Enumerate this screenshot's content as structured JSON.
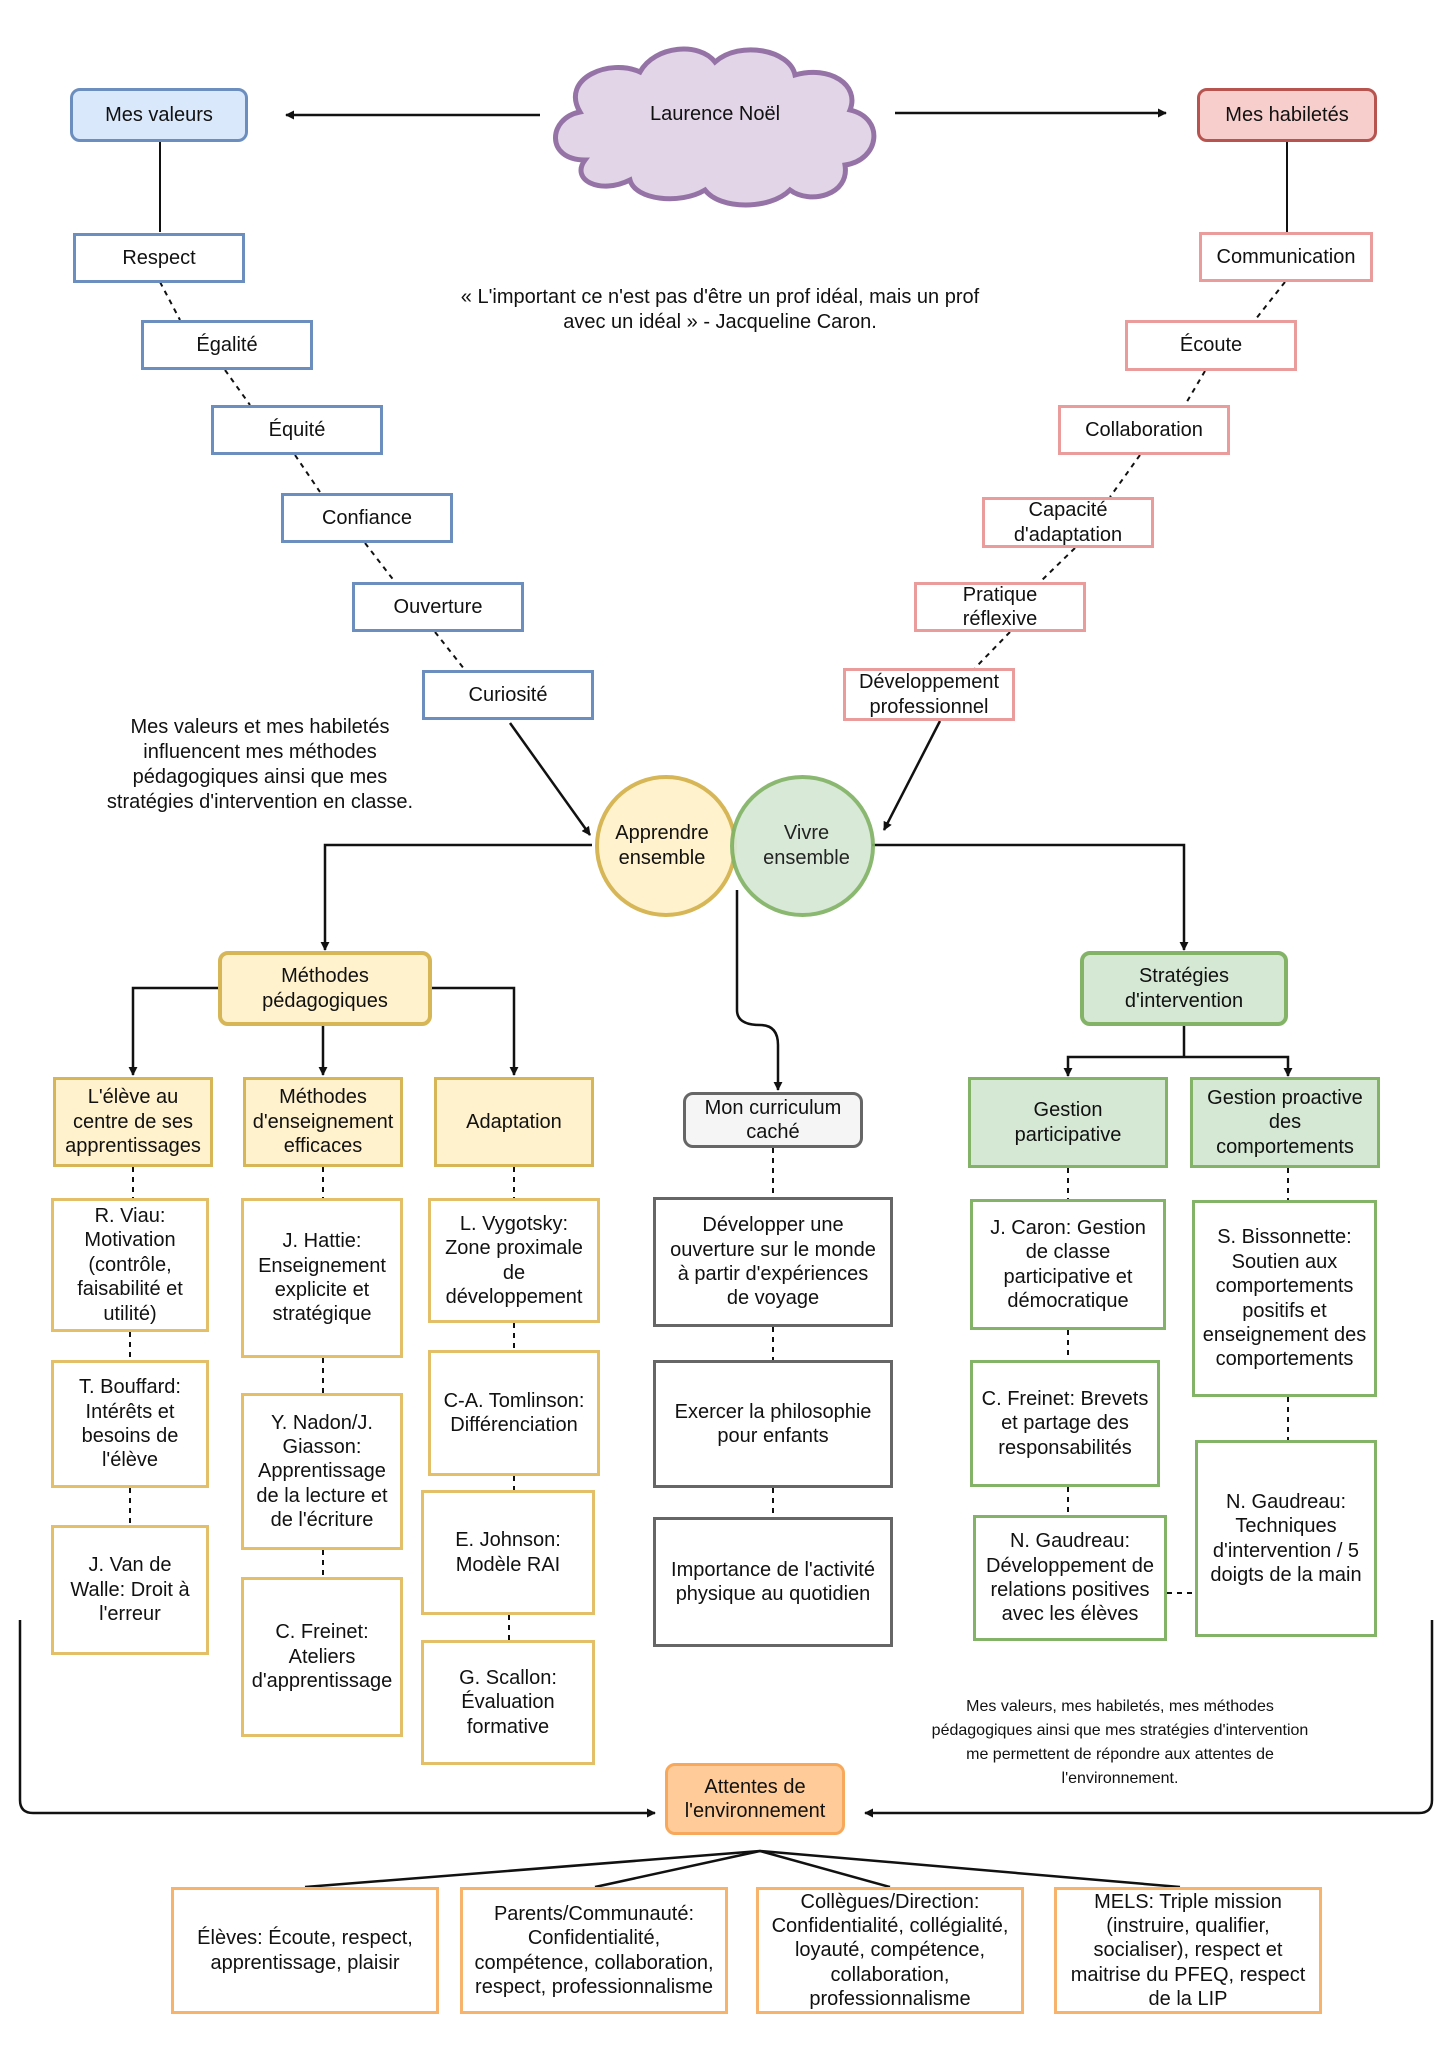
{
  "center": {
    "name": "Laurence Noël"
  },
  "quote": "« L'important ce n'est pas d'être un prof idéal, mais un prof\navec un idéal » - Jacqueline Caron.",
  "values": {
    "title": "Mes valeurs",
    "items": [
      "Respect",
      "Égalité",
      "Équité",
      "Confiance",
      "Ouverture",
      "Curiosité"
    ]
  },
  "skills": {
    "title": "Mes habiletés",
    "items": [
      "Communication",
      "Écoute",
      "Collaboration",
      "Capacité\nd'adaptation",
      "Pratique\nréflexive",
      "Développement\nprofessionnel"
    ]
  },
  "influence_note": "Mes valeurs et mes habiletés\ninfluencent mes méthodes\npédagogiques ainsi que mes\nstratégies d'intervention en classe.",
  "circles": {
    "learn": "Apprendre\nensemble",
    "live": "Vivre\nensemble"
  },
  "methods": {
    "title": "Méthodes\npédagogiques",
    "columns": [
      {
        "title": "L'élève au\ncentre de ses\napprentissages",
        "items": [
          "R. Viau:\nMotivation\n(contrôle,\nfaisabilité et\nutilité)",
          "T. Bouffard:\nIntérêts et\nbesoins de\nl'élève",
          "J. Van de\nWalle:  Droit à\nl'erreur"
        ]
      },
      {
        "title": "Méthodes\nd'enseignement\nefficaces",
        "items": [
          "J. Hattie:\nEnseignement\nexplicite et\nstratégique",
          "Y. Nadon/J.\nGiasson:\nApprentissage\nde la lecture et\nde l'écriture",
          "C. Freinet:\nAteliers\nd'apprentissage"
        ]
      },
      {
        "title": "Adaptation",
        "items": [
          "L. Vygotsky:\nZone proximale\nde\ndéveloppement",
          "C-A. Tomlinson:\nDifférenciation",
          "E. Johnson:\nModèle RAI",
          "G. Scallon:\nÉvaluation\nformative"
        ]
      }
    ]
  },
  "curriculum": {
    "title": "Mon curriculum\ncaché",
    "items": [
      "Développer une\nouverture sur le monde\nà partir d'expériences\nde voyage",
      "Exercer la philosophie\npour enfants",
      "Importance de l'activité\nphysique au quotidien"
    ]
  },
  "strategies": {
    "title": "Stratégies\nd'intervention",
    "columns": [
      {
        "title": "Gestion\nparticipative",
        "items": [
          "J. Caron: Gestion\nde classe\nparticipative et\ndémocratique",
          "C. Freinet: Brevets\net partage des\nresponsabilités",
          "N. Gaudreau:\nDéveloppement de\nrelations positives\navec les élèves"
        ]
      },
      {
        "title": "Gestion proactive\ndes\ncomportements",
        "items": [
          "S. Bissonnette:\nSoutien aux\ncomportements\npositifs et\nenseignement des\ncomportements",
          "N. Gaudreau:\nTechniques\nd'intervention / 5\ndoigts de la main"
        ]
      }
    ]
  },
  "expectations_note": "Mes valeurs, mes habiletés, mes méthodes\npédagogiques ainsi que mes stratégies d'intervention\nme permettent de répondre aux attentes de\nl'environnement.",
  "expectations": {
    "title": "Attentes de\nl'environnement",
    "items": [
      "Élèves: Écoute, respect,\napprentissage, plaisir",
      "Parents/Communauté:\nConfidentialité,\ncompétence, collaboration,\nrespect, professionnalisme",
      "Collègues/Direction:\nConfidentialité, collégialité,\nloyauté, compétence,\ncollaboration,\nprofessionnalisme",
      "MELS:  Triple mission\n(instruire, qualifier,\nsocialiser), respect et\nmaitrise du PFEQ, respect\nde la LIP"
    ]
  },
  "colors": {
    "blue": "#6c8ebf",
    "blue_fill": "#dae8fc",
    "red": "#b85450",
    "red_fill": "#f8cecc",
    "red_light": "#ea9b9b",
    "yellow": "#d6b656",
    "yellow_fill": "#fff2cc",
    "green": "#82b366",
    "green_fill": "#d5e8d4",
    "purple": "#9673a6",
    "purple_fill": "#e1d5e7",
    "orange": "#f7a85a",
    "orange_fill": "#ffcc99",
    "gray": "#666666"
  }
}
